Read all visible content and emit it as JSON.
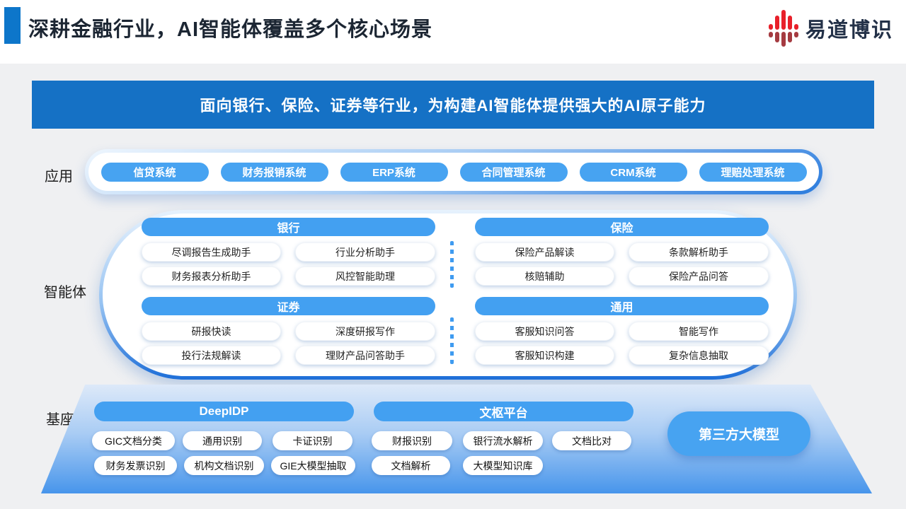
{
  "header": {
    "title": "深耕金融行业，AI智能体覆盖多个核心场景",
    "logo_text": "易道博识"
  },
  "banner": {
    "text": "面向银行、保险、证券等行业，为构建AI智能体提供强大的AI原子能力"
  },
  "application": {
    "label": "应用",
    "systems": [
      "信贷系统",
      "财务报销系统",
      "ERP系统",
      "合同管理系统",
      "CRM系统",
      "理赔处理系统"
    ]
  },
  "agents": {
    "label": "智能体",
    "groups": [
      {
        "name": "银行",
        "items": [
          "尽调报告生成助手",
          "行业分析助手",
          "财务报表分析助手",
          "风控智能助理"
        ]
      },
      {
        "name": "保险",
        "items": [
          "保险产品解读",
          "条款解析助手",
          "核赔辅助",
          "保险产品问答"
        ]
      },
      {
        "name": "证券",
        "items": [
          "研报快读",
          "深度研报写作",
          "投行法规解读",
          "理财产品问答助手"
        ]
      },
      {
        "name": "通用",
        "items": [
          "客服知识问答",
          "智能写作",
          "客服知识构建",
          "复杂信息抽取"
        ]
      }
    ]
  },
  "foundation": {
    "label": "基座",
    "platforms": [
      {
        "name": "DeepIDP",
        "items": [
          "GIC文档分类",
          "通用识别",
          "卡证识别",
          "财务发票识别",
          "机构文档识别",
          "GIE大模型抽取"
        ]
      },
      {
        "name": "文枢平台",
        "items": [
          "财报识别",
          "银行流水解析",
          "文档比对",
          "文档解析",
          "大模型知识库"
        ]
      }
    ],
    "third_party": "第三方大模型"
  },
  "colors": {
    "banner_blue": "#1571c5",
    "pill_blue": "#47a3f1",
    "accent_square": "#0d76ca",
    "gradient_border_deep": "#1d6ed8",
    "trapezoid_bottom": "#4795eb",
    "logo_red": "#e8202a",
    "logo_dark_red": "#a53b41",
    "background_gray": "#eff0f2"
  }
}
